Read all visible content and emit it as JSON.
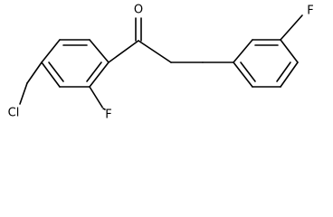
{
  "molecule": {
    "atom_labels": {
      "oxygen": "O",
      "fluorine_ring_a": "F",
      "fluorine_ring_b": "F",
      "chlorine": "Cl"
    },
    "colors": {
      "bond": "#000000",
      "background": "#ffffff"
    }
  }
}
